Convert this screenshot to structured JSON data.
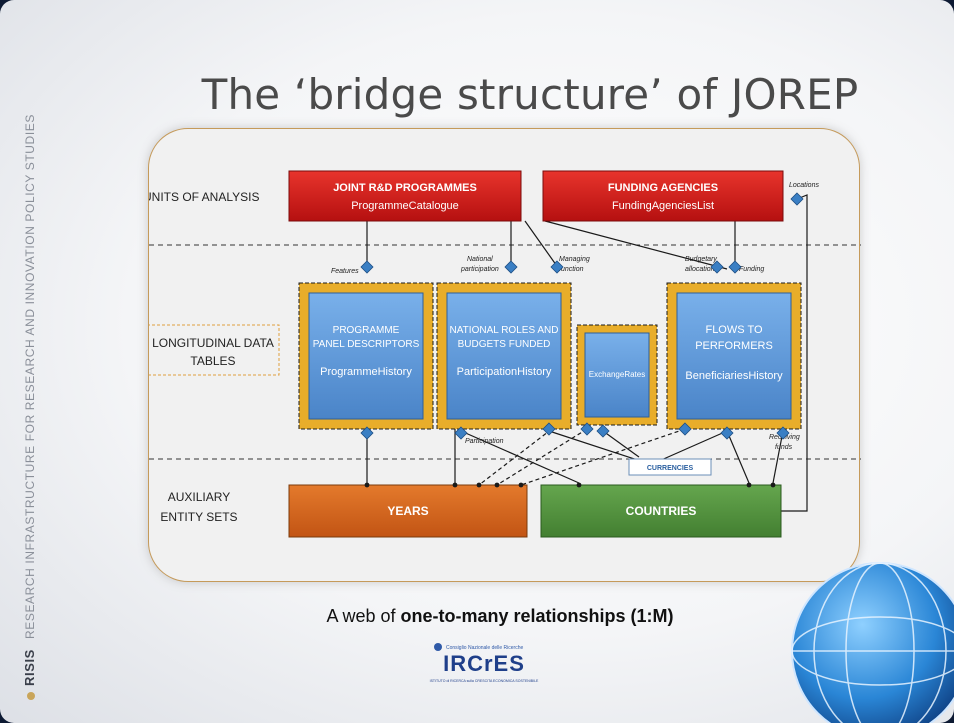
{
  "slide": {
    "title": "The ‘bridge structure’ of JOREP",
    "sidebar": {
      "brand": "RISIS",
      "text": "RESEARCH INFRASTRUCTURE FOR RESEARCH AND INNOVATION POLICY STUDIES"
    },
    "caption": {
      "prefix": "A web of ",
      "bold": "one-to-many relationships (1:M)"
    },
    "logo": {
      "small_text": "Consiglio Nazionale delle Ricerche",
      "main_text": "IRCrES",
      "sub_text": "ISTITUTO di RICERCA sulla CRESCITA ECONOMICA SOSTENIBILE"
    }
  },
  "diagram": {
    "colors": {
      "unit_box": "#d21818",
      "table_box": "#5b95d6",
      "table_frame": "#e3a92b",
      "years_box": "#d1641c",
      "countries_box": "#4f8f3c",
      "line": "#1a1a1a",
      "diamond": "#3a7fc4"
    },
    "rows": {
      "units": "UNITS OF ANALYSIS",
      "longitudinal_line1": "LONGITUDINAL DATA",
      "longitudinal_line2": "TABLES",
      "auxiliary_line1": "AUXILIARY",
      "auxiliary_line2": "ENTITY SETS"
    },
    "units": {
      "programmes_title": "JOINT R&D PROGRAMMES",
      "programmes_table": "ProgrammeCatalogue",
      "agencies_title": "FUNDING AGENCIES",
      "agencies_table": "FundingAgenciesList"
    },
    "tables": {
      "programme_line1": "PROGRAMME",
      "programme_line2": "PANEL DESCRIPTORS",
      "programme_table": "ProgrammeHistory",
      "participation_line1": "NATIONAL ROLES AND",
      "participation_line2": "BUDGETS FUNDED",
      "participation_table": "ParticipationHistory",
      "exchange_table": "ExchangeRates",
      "flows_line1": "FLOWS TO",
      "flows_line2": "PERFORMERS",
      "flows_table": "BeneficiariesHistory"
    },
    "auxiliary": {
      "years": "YEARS",
      "countries": "COUNTRIES",
      "currencies": "CURRENCIES"
    },
    "relations": {
      "features": "Features",
      "national_participation_line1": "National",
      "national_participation_line2": "participation",
      "managing_function_line1": "Managing",
      "managing_function_line2": "function",
      "budgetary_allocation_line1": "Budgetary",
      "budgetary_allocation_line2": "allocation",
      "funding": "Funding",
      "locations": "Locations",
      "participation": "Participation",
      "receiving_funds_line1": "Receiving",
      "receiving_funds_line2": "funds"
    }
  }
}
